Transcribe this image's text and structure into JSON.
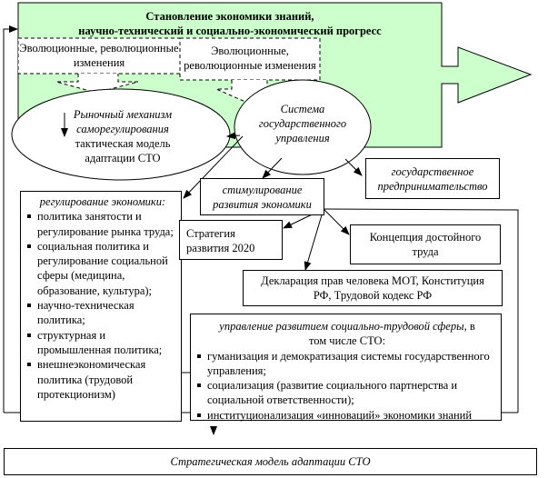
{
  "colors": {
    "green_fill": "#CCFFCC",
    "stroke": "#000000",
    "background": "#FFFFFF"
  },
  "header": {
    "line1": "Становление экономики знаний,",
    "line2": "научно-технический и социально-экономический прогресс"
  },
  "changes_left": {
    "line1": "Эволюционные, революционные",
    "line2": "изменения"
  },
  "changes_right": {
    "line1": "Эволюционные,",
    "line2": "революционные изменения"
  },
  "market": {
    "line1": "Рыночный механизм",
    "line2": "саморегулирования",
    "line3": "тактическая модель",
    "line4": "адаптации СТО"
  },
  "state_system": {
    "line1": "Система",
    "line2": "государственного",
    "line3": "управления"
  },
  "state_enterprise": {
    "line1": "государственное",
    "line2": "предпринимательство"
  },
  "stimulation": {
    "line1": "стимулирование",
    "line2": "развития экономики"
  },
  "regulation": {
    "title": "регулирование экономики:",
    "items": [
      "политика занятости и регулирование рынка труда;",
      "социальная  политика и регулирование социальной сферы (медицина, образование, культура);",
      "научно-техническая политика;",
      "структурная и промышленная политика;",
      "внешнеэкономическая политика (трудовой протекционизм)"
    ]
  },
  "strategy2020": {
    "line1": "Стратегия",
    "line2": "развития 2020"
  },
  "decent_work": {
    "line1": "Концепция достойного",
    "line2": "труда"
  },
  "declaration": {
    "line1": "Декларация прав человека МОТ, Конституция",
    "line2": "РФ, Трудовой кодекс РФ"
  },
  "social_labor": {
    "title_italic": "управление развитием социально-трудовой сферы",
    "title_rest": ", в",
    "title_line2": "том числе СТО:",
    "items": [
      "гуманизация и демократизация системы государственного управления;",
      "социализация (развитие социального партнерства и социальной ответственности);",
      "институционализация «инноваций» экономики знаний"
    ]
  },
  "strategic_model": "Стратегическая модель адаптации СТО"
}
